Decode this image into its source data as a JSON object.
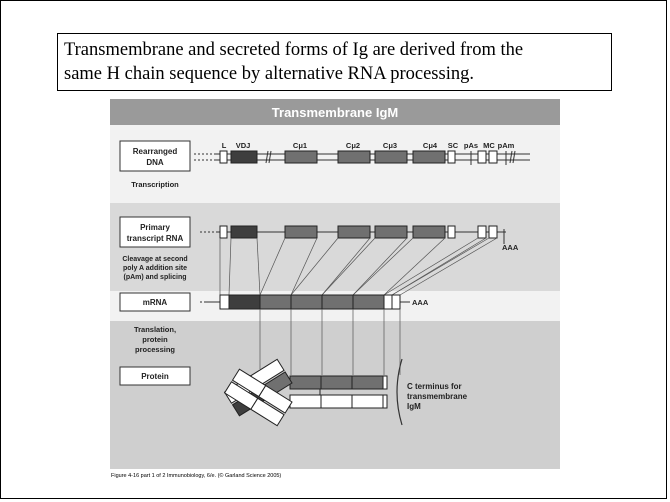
{
  "caption": {
    "line1": "Transmembrane and secreted forms of Ig are derived from the",
    "line2": "same H chain sequence by alternative RNA processing."
  },
  "figure": {
    "title": "Transmembrane IgM",
    "gene_labels": {
      "L": "L",
      "VDJ": "VDJ",
      "C1": "Cμ1",
      "C2": "Cμ2",
      "C3": "Cμ3",
      "C4": "Cμ4",
      "SC": "SC",
      "pAs": "pAs",
      "MC": "MC",
      "pAm": "pAm"
    },
    "stages": {
      "dna_line1": "Rearranged",
      "dna_line2": "DNA",
      "transcription": "Transcription",
      "rna_line1": "Primary",
      "rna_line2": "transcript RNA",
      "cleavage_line1": "Cleavage at second",
      "cleavage_line2": "poly A addition site",
      "cleavage_line3": "(pAm) and splicing",
      "mrna": "mRNA",
      "translation_line1": "Translation,",
      "translation_line2": "protein",
      "translation_line3": "processing",
      "protein": "Protein"
    },
    "annotations": {
      "aaa_rna": "AAA",
      "aaa_mrna": "AAA",
      "cterm_line1": "C terminus for",
      "cterm_line2": "transmembrane",
      "cterm_line3": "IgM"
    },
    "credit": "Figure 4-16 part 1 of 2  Immunobiology, 6/e. (© Garland Science 2005)"
  },
  "colors": {
    "title_band": "#9a9a9a",
    "row_light": "#d6d6d6",
    "row_white": "#f2f2f2",
    "row_protein": "#cdcdcd",
    "vdj_dark": "#3e3e3e",
    "exon_mid": "#707070",
    "exon_outline": "#2b2b2b"
  }
}
